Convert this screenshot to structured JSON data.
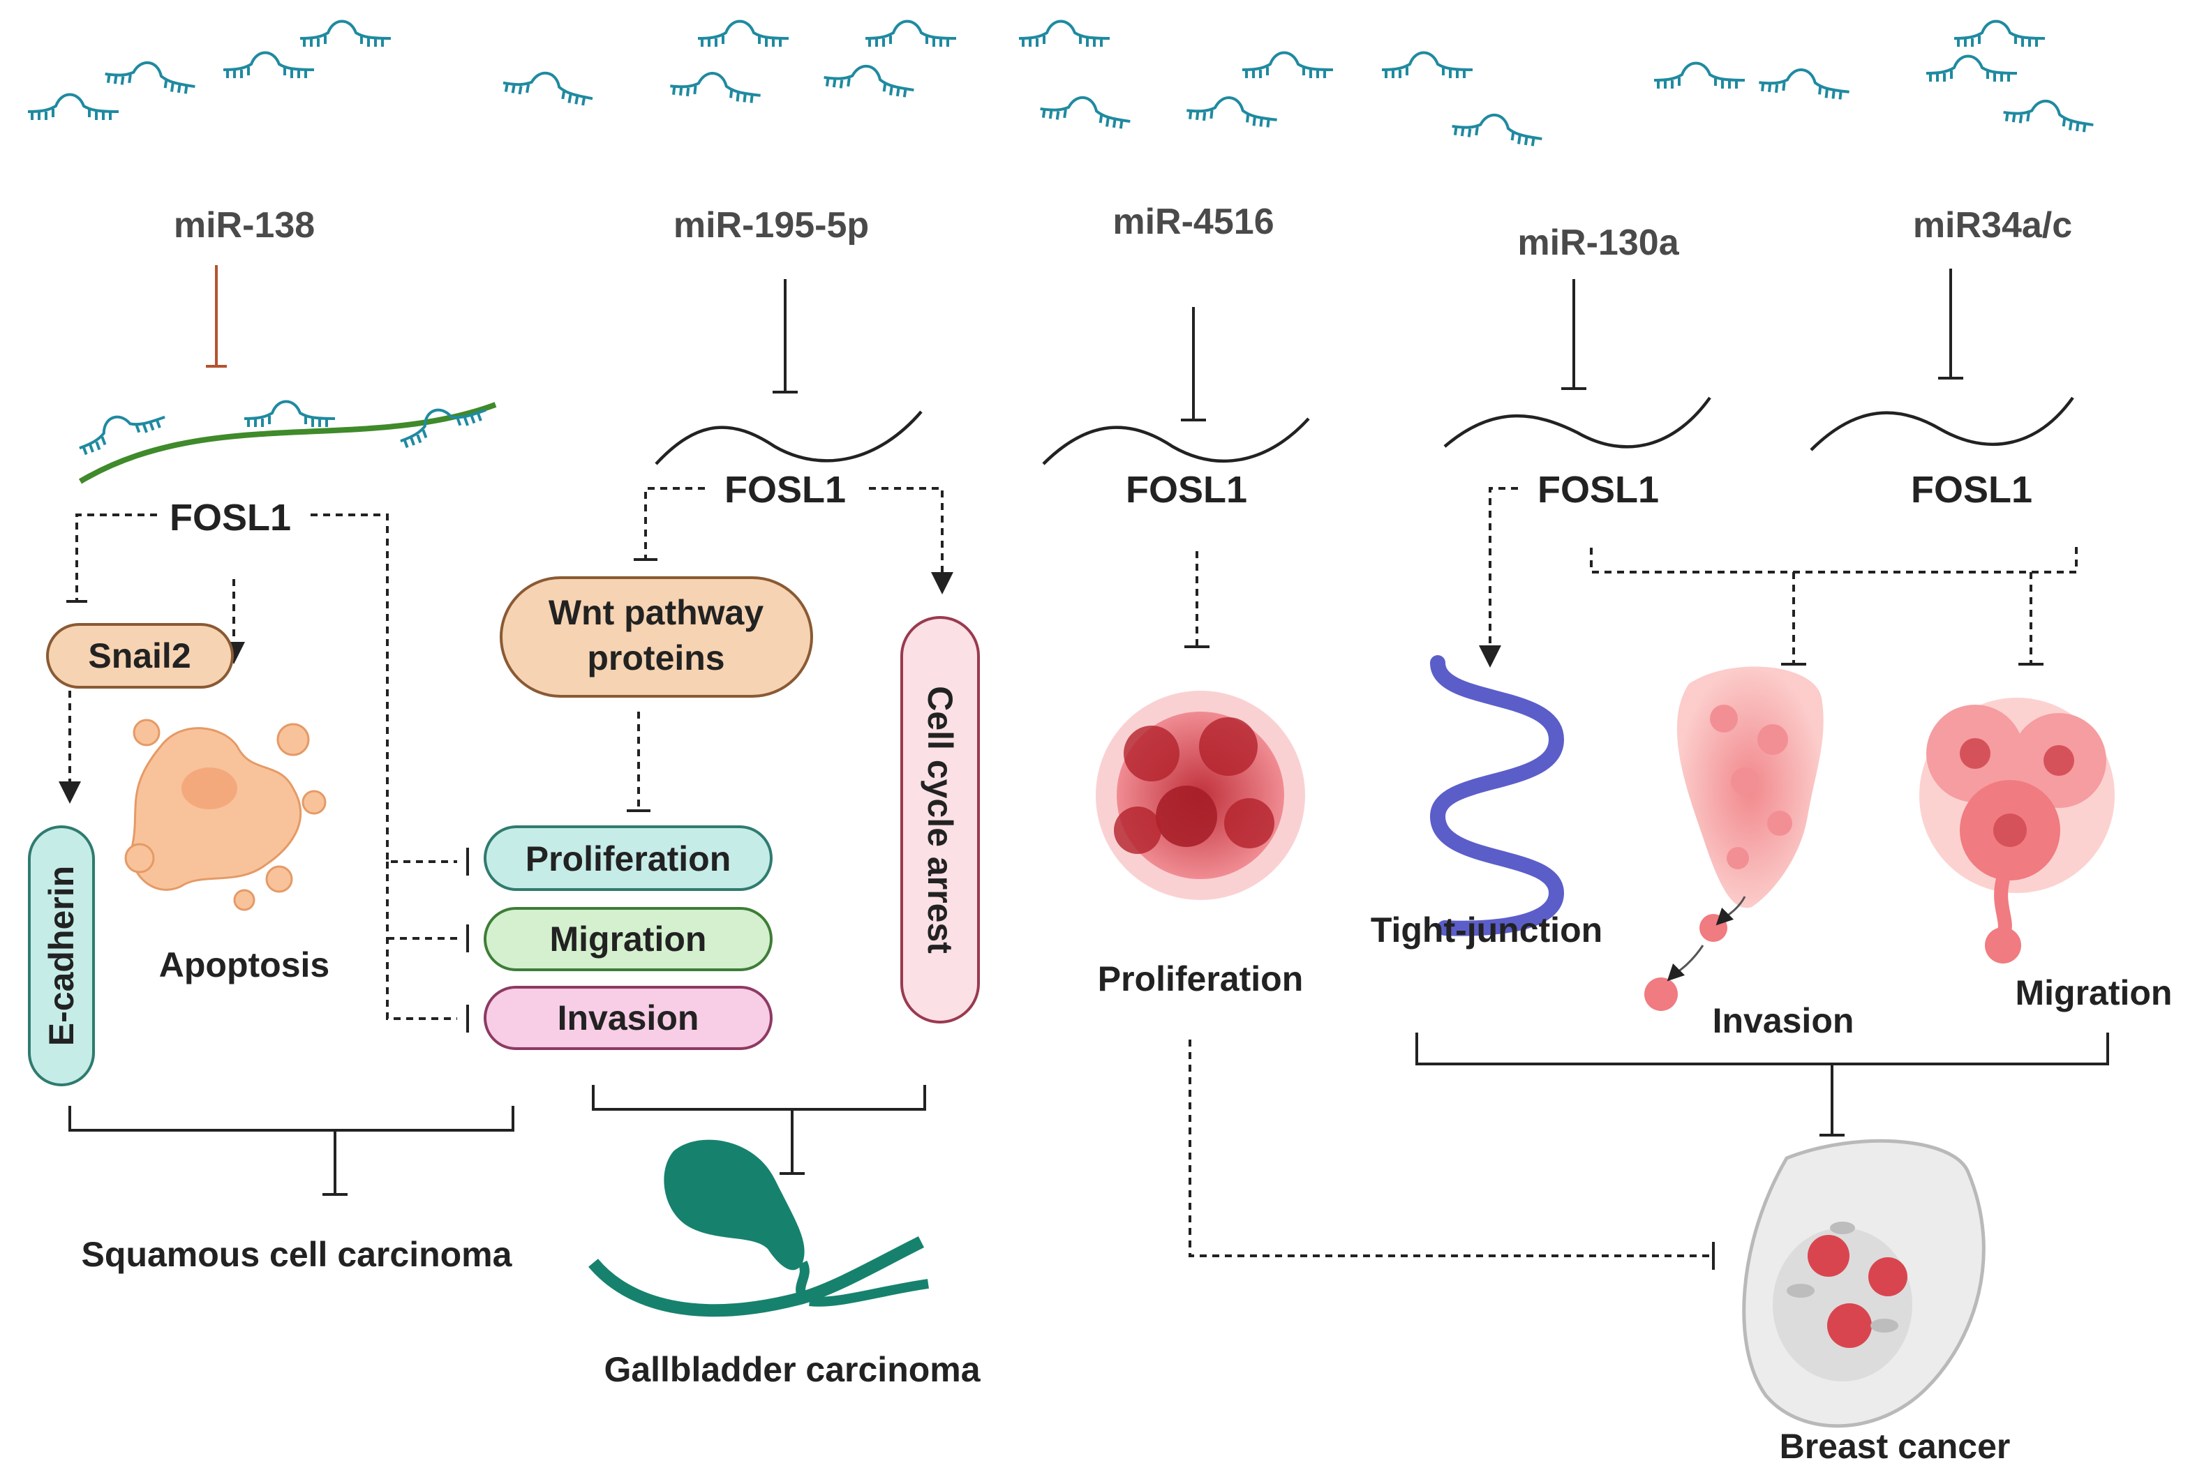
{
  "mirnas": [
    "miR-138",
    "miR-195-5p",
    "miR-4516",
    "miR-130a",
    "miR34a/c"
  ],
  "gene": "FOSL1",
  "squamous": {
    "snail2": "Snail2",
    "ecadherin": "E-cadherin",
    "apoptosis": "Apoptosis",
    "cancer": "Squamous cell carcinoma"
  },
  "gallbladder": {
    "wnt": [
      "Wnt pathway",
      "proteins"
    ],
    "proliferation": "Proliferation",
    "migration": "Migration",
    "invasion": "Invasion",
    "cell_cycle": "Cell cycle arrest",
    "cancer": "Gallbladder carcinoma"
  },
  "breast": {
    "proliferation": "Proliferation",
    "tight_junction": "Tight-junction",
    "invasion": "Invasion",
    "migration": "Migration",
    "cancer": "Breast cancer"
  },
  "colors": {
    "rna": "#1f8aa0",
    "snail_fill": "#f6d3b2",
    "snail_stroke": "#8a5a34",
    "teal_fill": "#c6ece8",
    "teal_stroke": "#2f7b6f",
    "green_fill": "#d4f0cf",
    "green_stroke": "#3e7d37",
    "pink_fill": "#f8cde6",
    "pink_stroke": "#8d3a62",
    "cycle_fill": "#fbe0e6",
    "cycle_stroke": "#9a3a4e",
    "gallbladder": "#16826d",
    "tumor": "#d9454f",
    "tight_junction": "#5b5ec9"
  }
}
